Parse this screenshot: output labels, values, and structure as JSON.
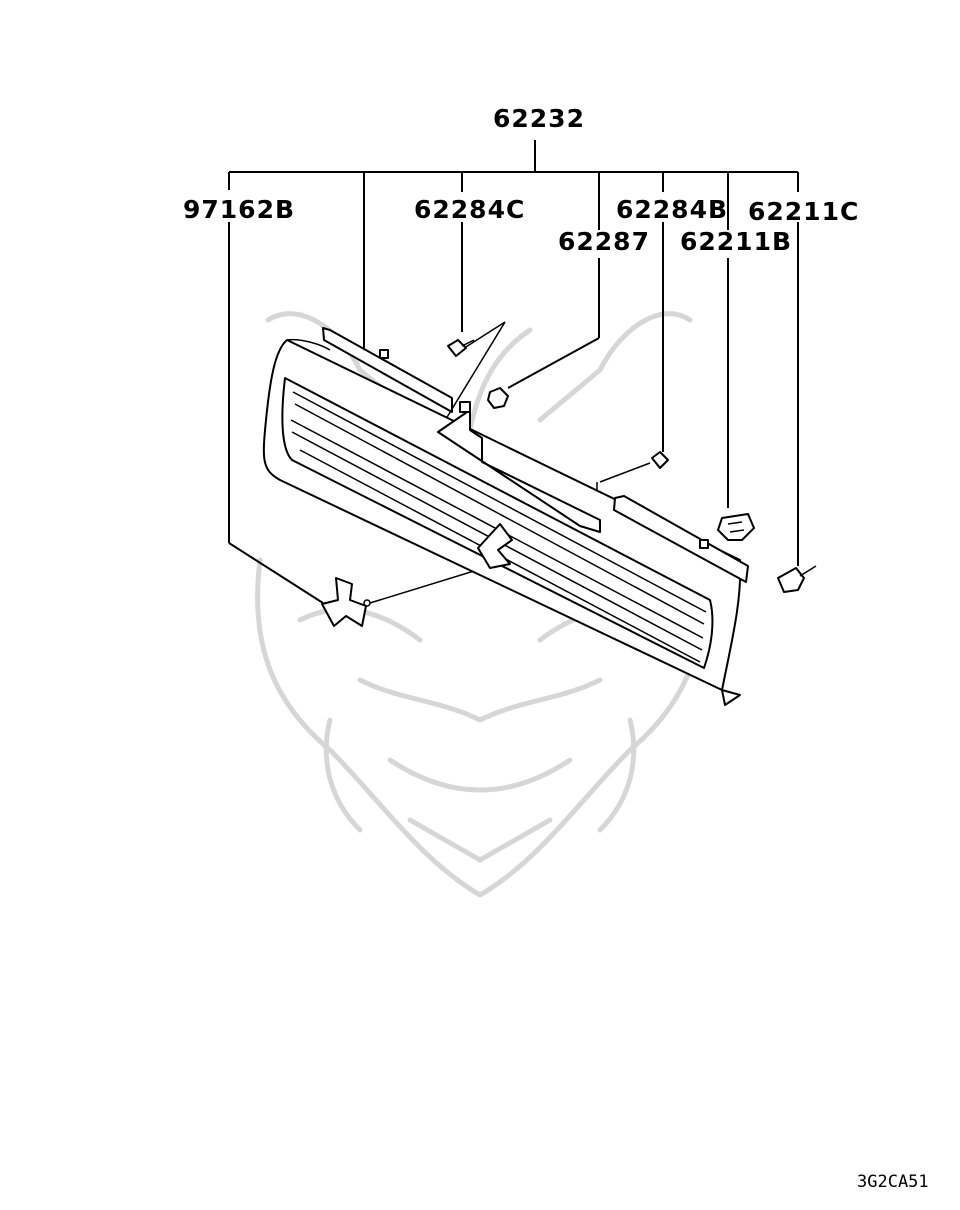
{
  "parts": {
    "assembly": "62232",
    "emblem": "97162B",
    "screw_c": "62284C",
    "nut": "62287",
    "screw_b": "62284B",
    "clip_b": "62211B",
    "clip_c": "62211C"
  },
  "diagram_code": "3G2CA51",
  "colors": {
    "line": "#000000",
    "watermark": "#d6d6d6",
    "background": "#ffffff"
  }
}
